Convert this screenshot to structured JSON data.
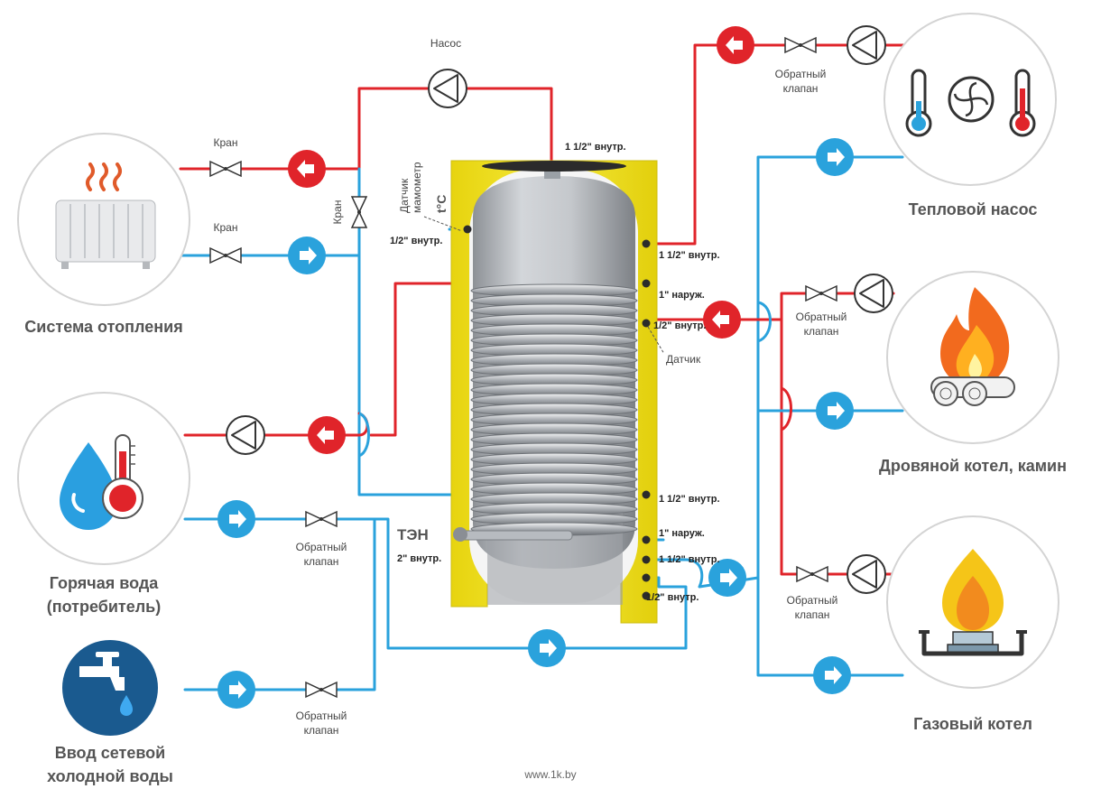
{
  "labels": {
    "pump_top": "Насос",
    "valve_tap_1": "Кран",
    "valve_tap_2": "Кран",
    "valve_tap_vertical": "Кран",
    "sensor_manometer": "Датчик\nмамометр",
    "temp_symbol": "t°C",
    "port_top": "1 1/2\" внутр.",
    "port_left_upper": "1/2\" внутр.",
    "port_r1": "1 1/2\" внутр.",
    "port_r2": "1\" наруж.",
    "port_r3": "1/2\" внутр.",
    "sensor_right": "Датчик",
    "port_r4": "1 1/2\" внутр.",
    "port_r5": "1\" наруж.",
    "port_r6": "1 1/2\" внутр.",
    "port_r7": "1/2\" внутр.",
    "ten": "ТЭН",
    "port_ten": "2\" внутр.",
    "check_valve": "Обратный\nклапан"
  },
  "nodes": {
    "heating": "Система отопления",
    "hot_water": [
      "Горячая вода",
      "(потребитель)"
    ],
    "cold_water": [
      "Ввод  сетевой",
      "холодной воды"
    ],
    "heat_pump": "Тепловой насос",
    "wood_boiler": "Дровяной котел, камин",
    "gas_boiler": "Газовый котел"
  },
  "watermark": "www.1k.by",
  "colors": {
    "hot_pipe": "#e0242a",
    "cold_pipe": "#2aa2dc",
    "tank_yellow": "#f0e21a",
    "tank_steel": "#b8bcc2",
    "circle_border": "#d4d4d4",
    "label_gray": "#555555"
  }
}
